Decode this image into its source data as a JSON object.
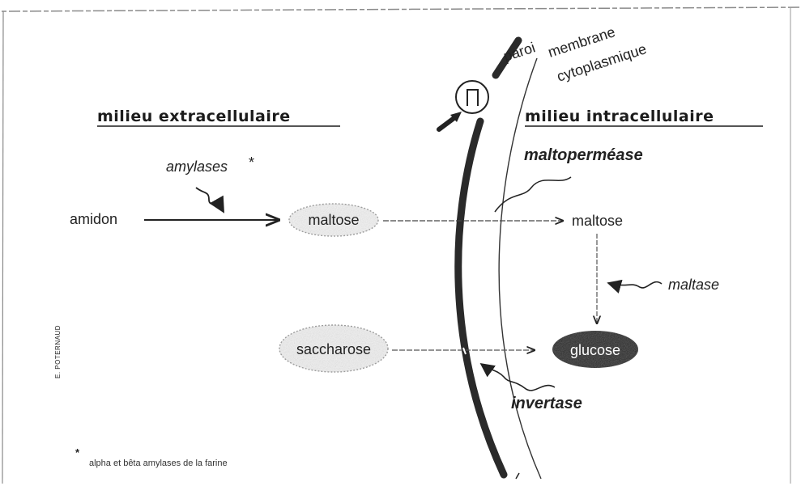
{
  "headings": {
    "extracellular": "milieu extracellulaire",
    "intracellular": "milieu intracellulaire"
  },
  "structures": {
    "wall": "paroi",
    "membrane_line1": "membrane",
    "membrane_line2": "cytoplasmique"
  },
  "substrates": {
    "starch": "amidon",
    "maltose_outside": "maltose",
    "maltose_inside": "maltose",
    "sucrose": "saccharose",
    "glucose": "glucose"
  },
  "enzymes": {
    "amylases": "amylases",
    "amylases_mark": "*",
    "maltopermease": "maltoperméase",
    "maltase": "maltase",
    "invertase": "invertase"
  },
  "footnote": {
    "mark": "*",
    "text": "alpha et bêta amylases de la farine"
  },
  "credit": "E. POTERNAUD",
  "colors": {
    "wall": "#2a2a2a",
    "membrane": "#333333",
    "glucose_fill": "#2b2b2b",
    "ink": "#1e1e1e",
    "frame": "#8a8a8a"
  }
}
